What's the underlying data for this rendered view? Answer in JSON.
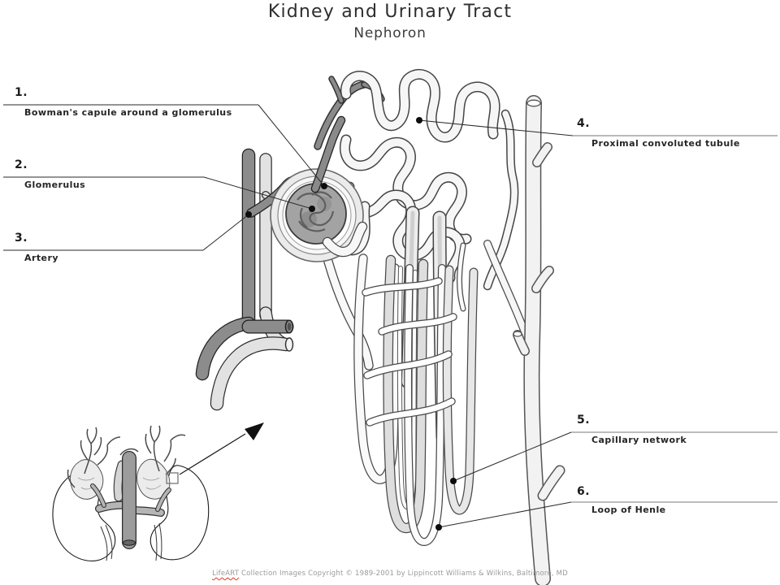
{
  "title": "Kidney and Urinary Tract",
  "subtitle": "Nephoron",
  "labels": [
    {
      "num": "1.",
      "text": "Bowman's capule around a glomerulus"
    },
    {
      "num": "2.",
      "text": "Glomerulus"
    },
    {
      "num": "3.",
      "text": "Artery"
    },
    {
      "num": "4.",
      "text": "Proximal convoluted tubule"
    },
    {
      "num": "5.",
      "text": "Capillary network"
    },
    {
      "num": "6.",
      "text": "Loop of Henle"
    }
  ],
  "footer": {
    "brand": "LifeART",
    "text": " Collection Images Copyright © 1989-2001 by Lippincott Williams & Wilkins, Baltimore, MD"
  },
  "colors": {
    "artery": "#8c8c8c",
    "vein": "#e2e2e2",
    "tubule_fill": "#f6f6f6",
    "tubule_outline": "#454545",
    "glomerulus": "#a3a3a3",
    "capsule": "#ebebeb",
    "leader_dark": "#2a2a2a",
    "leader_light": "#a5a5a5",
    "dot": "#0d0d0d",
    "footer_text": "#9a9a9a",
    "misspell_underline": "#e0382a"
  }
}
